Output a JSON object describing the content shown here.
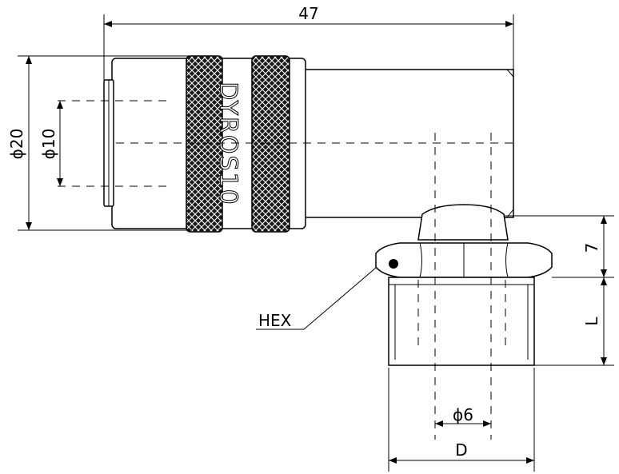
{
  "dimensions": {
    "overall_length": "47",
    "outer_diameter": "ϕ20",
    "inner_diameter": "ϕ10",
    "thread_height": "L",
    "hex_height": "7",
    "hex_label": "HEX",
    "bore_diameter": "ϕ6",
    "thread_diameter": "D"
  },
  "marking": {
    "engraved_text": "DYROS10"
  }
}
